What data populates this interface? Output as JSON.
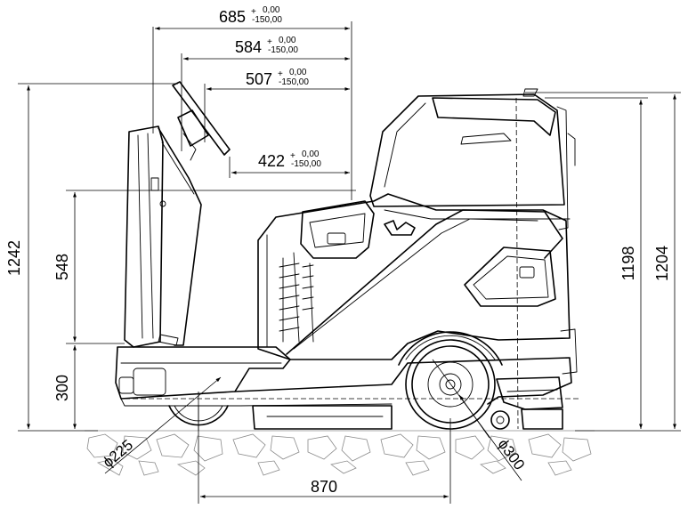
{
  "dimensions": {
    "width_685": {
      "value": "685",
      "tol_plus_sign": "+",
      "tol_upper": "0,00",
      "tol_lower": "-150,00"
    },
    "width_584": {
      "value": "584",
      "tol_plus_sign": "+",
      "tol_upper": "0,00",
      "tol_lower": "-150,00"
    },
    "width_507": {
      "value": "507",
      "tol_plus_sign": "+",
      "tol_upper": "0,00",
      "tol_lower": "-150,00"
    },
    "width_422": {
      "value": "422",
      "tol_plus_sign": "+",
      "tol_upper": "0,00",
      "tol_lower": "-150,00"
    },
    "height_1242": "1242",
    "height_548": "548",
    "height_300": "300",
    "height_1198": "1198",
    "height_1204": "1204",
    "wheelbase_870": "870",
    "front_wheel_diameter": "ϕ225",
    "rear_wheel_diameter": "ϕ300"
  },
  "colors": {
    "line": "#000000",
    "ground_hatch": "#8a8a8a",
    "background": "#ffffff"
  }
}
